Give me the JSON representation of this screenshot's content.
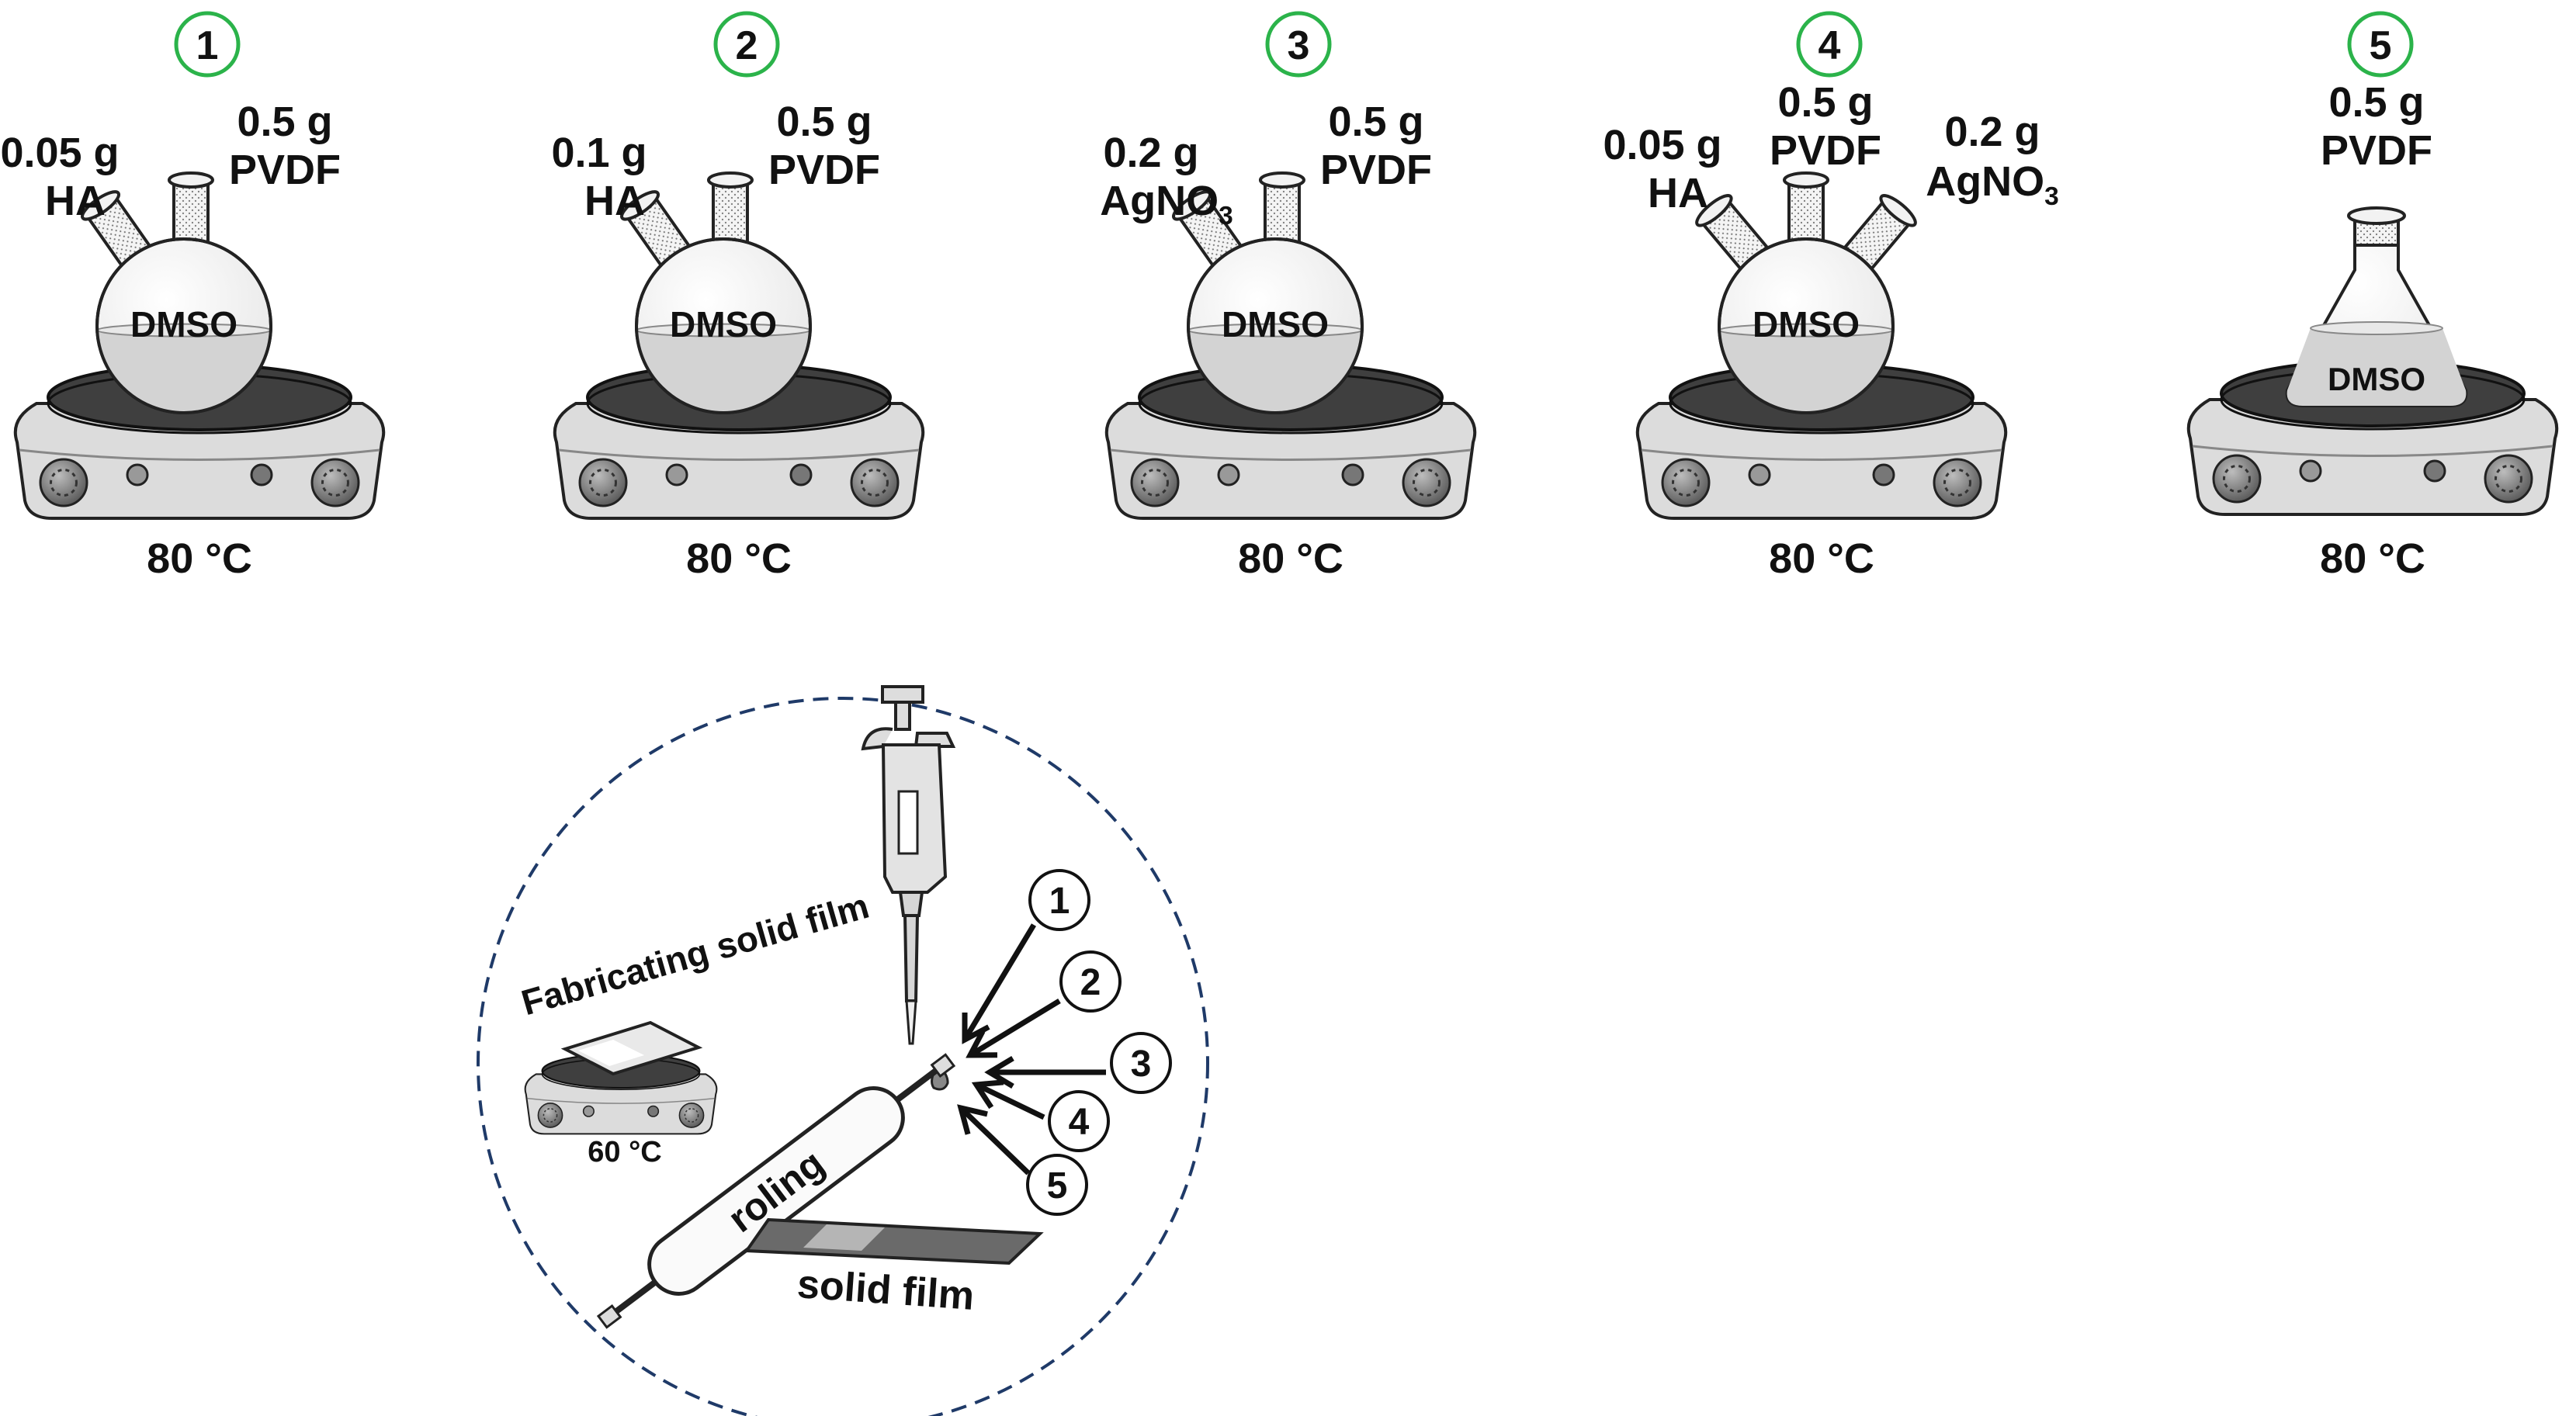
{
  "setups": [
    {
      "number": "1",
      "left_reagent": {
        "amount": "0.05 g",
        "name": "HA",
        "sub": ""
      },
      "center_reagent": {
        "amount": "0.5 g",
        "name": "PVDF",
        "sub": ""
      },
      "right_reagent": {
        "amount": "",
        "name": "",
        "sub": ""
      },
      "solvent": "DMSO",
      "temperature": "80 °C",
      "vessel": "two-neck-flask"
    },
    {
      "number": "2",
      "left_reagent": {
        "amount": "0.1 g",
        "name": "HA",
        "sub": ""
      },
      "center_reagent": {
        "amount": "0.5 g",
        "name": "PVDF",
        "sub": ""
      },
      "right_reagent": {
        "amount": "",
        "name": "",
        "sub": ""
      },
      "solvent": "DMSO",
      "temperature": "80 °C",
      "vessel": "two-neck-flask"
    },
    {
      "number": "3",
      "left_reagent": {
        "amount": "0.2 g",
        "name": "AgNO",
        "sub": "3"
      },
      "center_reagent": {
        "amount": "0.5 g",
        "name": "PVDF",
        "sub": ""
      },
      "right_reagent": {
        "amount": "",
        "name": "",
        "sub": ""
      },
      "solvent": "DMSO",
      "temperature": "80 °C",
      "vessel": "two-neck-flask"
    },
    {
      "number": "4",
      "left_reagent": {
        "amount": "0.05 g",
        "name": "HA",
        "sub": ""
      },
      "center_reagent": {
        "amount": "0.5 g",
        "name": "PVDF",
        "sub": ""
      },
      "right_reagent": {
        "amount": "0.2 g",
        "name": "AgNO",
        "sub": "3"
      },
      "solvent": "DMSO",
      "temperature": "80 °C",
      "vessel": "three-neck-flask"
    },
    {
      "number": "5",
      "left_reagent": {
        "amount": "",
        "name": "",
        "sub": ""
      },
      "center_reagent": {
        "amount": "0.5 g",
        "name": "PVDF",
        "sub": ""
      },
      "right_reagent": {
        "amount": "",
        "name": "",
        "sub": ""
      },
      "solvent": "DMSO",
      "temperature": "80 °C",
      "vessel": "erlenmeyer-flask"
    }
  ],
  "fabrication": {
    "title": "Fabricating solid film",
    "hotplate_temperature": "60 °C",
    "roller_label": "roling",
    "film_label": "solid film",
    "solution_markers": [
      "1",
      "2",
      "3",
      "4",
      "5"
    ]
  },
  "colors": {
    "number_circle": "#2bb34a",
    "dashed_circle": "#1f3a68",
    "hotplate_body": "#d9d9d9",
    "hotplate_plate": "#4a4a4a",
    "liquid": "#d6d6d6",
    "stroke": "#111111"
  }
}
